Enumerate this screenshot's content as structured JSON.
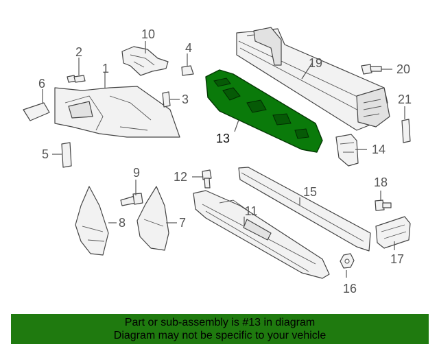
{
  "diagram": {
    "callouts": [
      {
        "id": "1",
        "label": "1"
      },
      {
        "id": "2",
        "label": "2"
      },
      {
        "id": "3",
        "label": "3"
      },
      {
        "id": "4",
        "label": "4"
      },
      {
        "id": "5",
        "label": "5"
      },
      {
        "id": "6",
        "label": "6"
      },
      {
        "id": "7",
        "label": "7"
      },
      {
        "id": "8",
        "label": "8"
      },
      {
        "id": "9",
        "label": "9"
      },
      {
        "id": "10",
        "label": "10"
      },
      {
        "id": "11",
        "label": "11"
      },
      {
        "id": "12",
        "label": "12"
      },
      {
        "id": "13",
        "label": "13"
      },
      {
        "id": "14",
        "label": "14"
      },
      {
        "id": "15",
        "label": "15"
      },
      {
        "id": "16",
        "label": "16"
      },
      {
        "id": "17",
        "label": "17"
      },
      {
        "id": "18",
        "label": "18"
      },
      {
        "id": "19",
        "label": "19"
      },
      {
        "id": "20",
        "label": "20"
      },
      {
        "id": "21",
        "label": "21"
      }
    ],
    "highlighted_part": "13",
    "highlight_color": "#0a7a0a",
    "banner_color": "#1f7a0f"
  },
  "banner": {
    "line1": "Part or sub-assembly is #13 in diagram",
    "line2": "Diagram may not be specific to your vehicle"
  }
}
